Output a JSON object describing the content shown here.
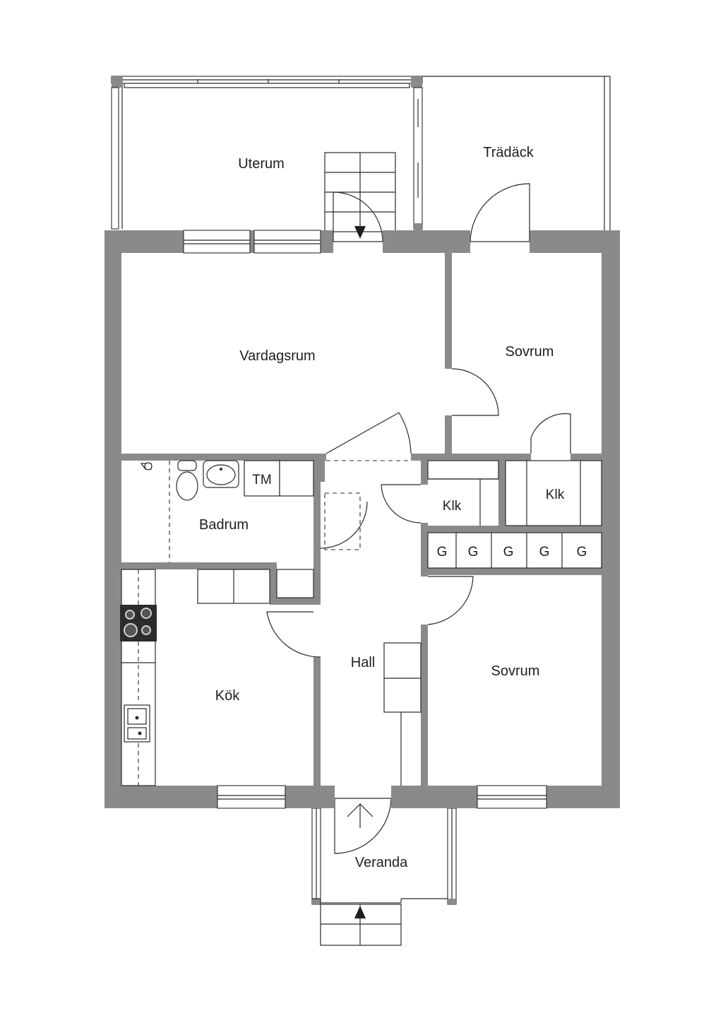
{
  "rooms": {
    "uterum": "Uterum",
    "tradack": "Trädäck",
    "vardagsrum": "Vardagsrum",
    "sovrum_top": "Sovrum",
    "badrum": "Badrum",
    "tm": "TM",
    "klk_left": "Klk",
    "klk_right": "Klk",
    "g1": "G",
    "g2": "G",
    "g3": "G",
    "g4": "G",
    "g5": "G",
    "kok": "Kök",
    "hall": "Hall",
    "sovrum_bottom": "Sovrum",
    "veranda": "Veranda"
  },
  "colors": {
    "wall": "#8a8a8a",
    "line": "#2a2a2a",
    "background": "#ffffff"
  }
}
